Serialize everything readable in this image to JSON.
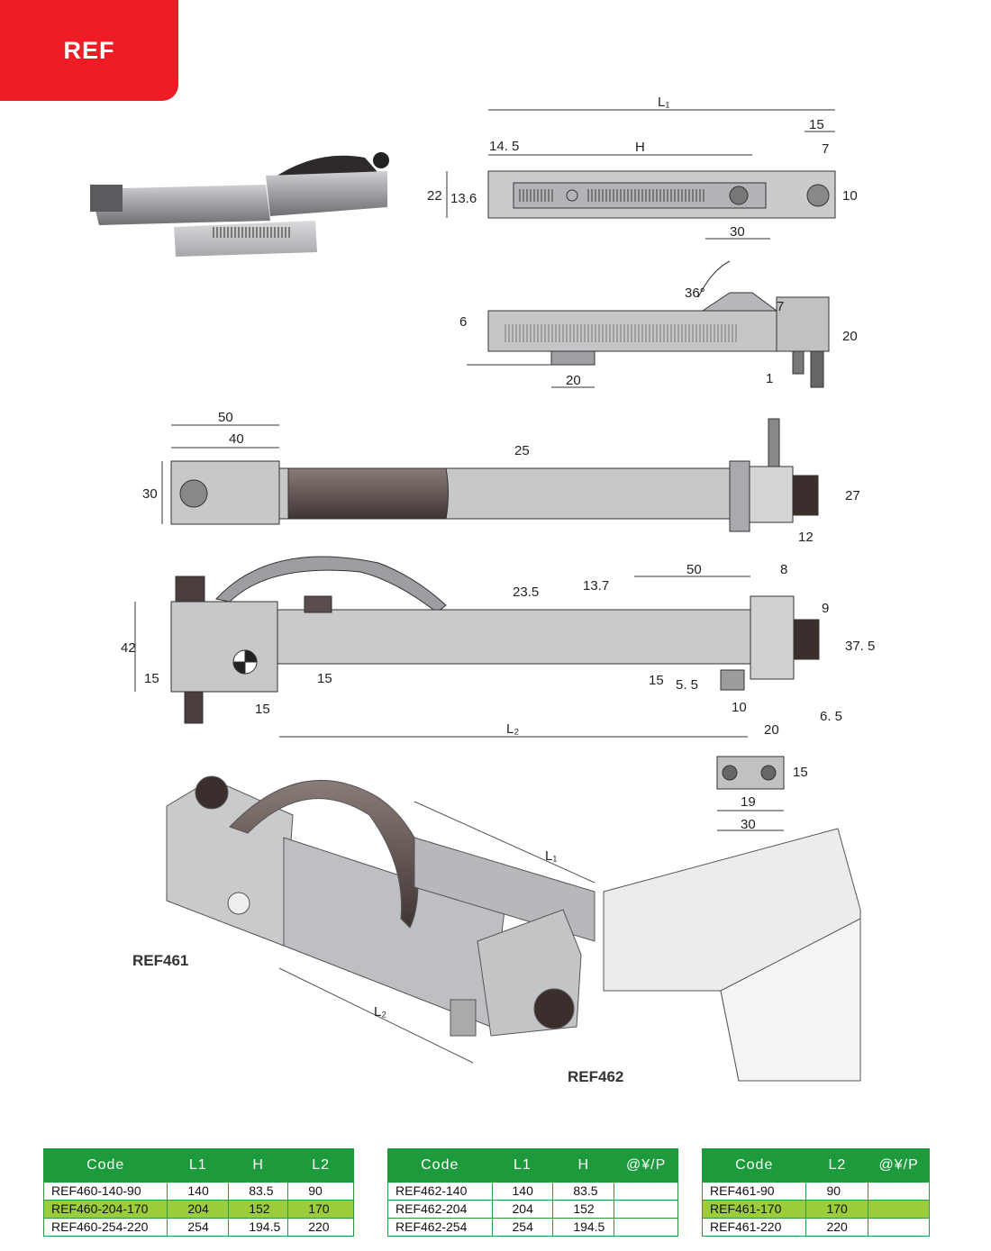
{
  "header": {
    "tag": "REF"
  },
  "dims": {
    "l1": "L₁",
    "h": "H",
    "l2": "L₂",
    "d15": "15",
    "d7": "7",
    "d14_5": "14. 5",
    "d22": "22",
    "d13_6": "13.6",
    "d10": "10",
    "d30": "30",
    "d36": "36°",
    "d6": "6",
    "d20": "20",
    "d1": "1",
    "d50": "50",
    "d40": "40",
    "d25": "25",
    "d27": "27",
    "d12": "12",
    "d23_5": "23.5",
    "d13_7": "13.7",
    "d8": "8",
    "d9": "9",
    "d37_5": "37. 5",
    "d42": "42",
    "d5_5": "5. 5",
    "d6_5": "6. 5",
    "d19": "19"
  },
  "labels": {
    "ref461": "REF461",
    "ref462": "REF462"
  },
  "tables": {
    "t1": {
      "headers": [
        "Code",
        "L1",
        "H",
        "L2"
      ],
      "rows": [
        [
          "REF460-140-90",
          "140",
          "83.5",
          "90"
        ],
        [
          "REF460-204-170",
          "204",
          "152",
          "170"
        ],
        [
          "REF460-254-220",
          "254",
          "194.5",
          "220"
        ]
      ]
    },
    "t2": {
      "headers": [
        "Code",
        "L1",
        "H",
        "@¥/P"
      ],
      "rows": [
        [
          "REF462-140",
          "140",
          "83.5",
          ""
        ],
        [
          "REF462-204",
          "204",
          "152",
          ""
        ],
        [
          "REF462-254",
          "254",
          "194.5",
          ""
        ]
      ]
    },
    "t3": {
      "headers": [
        "Code",
        "L2",
        "@¥/P"
      ],
      "rows": [
        [
          "REF461-90",
          "90",
          ""
        ],
        [
          "REF461-170",
          "170",
          ""
        ],
        [
          "REF461-220",
          "220",
          ""
        ]
      ]
    }
  }
}
